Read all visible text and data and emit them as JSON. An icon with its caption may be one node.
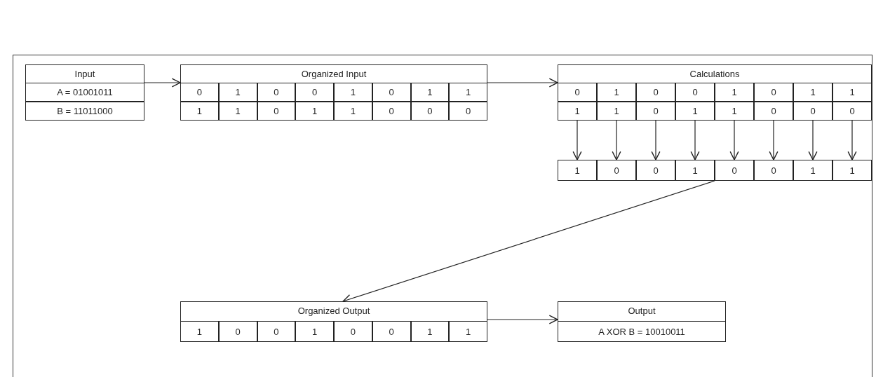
{
  "diagram": {
    "nodes": [
      {
        "text": [
          "Input"
        ]
      },
      {
        "text": [
          "A = 01001011"
        ],
        "in": 0
      },
      {
        "text": [
          "B = 11011000"
        ],
        "in": 0
      },
      {
        "text": [
          "Organized Input"
        ]
      },
      {
        "text": [
          "0"
        ],
        "in": 3
      },
      {
        "text": [
          "1"
        ],
        "in": 3
      },
      {
        "text": [
          "0"
        ],
        "in": 3
      },
      {
        "text": [
          "0"
        ],
        "in": 3
      },
      {
        "text": [
          "1"
        ],
        "in": 3
      },
      {
        "text": [
          "0"
        ],
        "in": 3
      },
      {
        "text": [
          "1"
        ],
        "in": 3
      },
      {
        "text": [
          "1"
        ],
        "in": 3
      },
      {
        "text": [
          "1"
        ],
        "in": 3
      },
      {
        "text": [
          "1"
        ],
        "in": 3
      },
      {
        "text": [
          "0"
        ],
        "in": 3
      },
      {
        "text": [
          "1"
        ],
        "in": 3
      },
      {
        "text": [
          "1"
        ],
        "in": 3
      },
      {
        "text": [
          "0"
        ],
        "in": 3
      },
      {
        "text": [
          "0"
        ],
        "in": 3
      },
      {
        "text": [
          "0"
        ],
        "in": 3
      },
      {
        "text": [
          "Calculations"
        ]
      },
      {
        "text": [
          "0"
        ],
        "in": 20
      },
      {
        "text": [
          "1"
        ],
        "in": 20
      },
      {
        "text": [
          "0"
        ],
        "in": 20
      },
      {
        "text": [
          "0"
        ],
        "in": 20
      },
      {
        "text": [
          "1"
        ],
        "in": 20
      },
      {
        "text": [
          "0"
        ],
        "in": 20
      },
      {
        "text": [
          "1"
        ],
        "in": 20
      },
      {
        "text": [
          "1"
        ],
        "in": 20
      },
      {
        "text": [
          "1"
        ],
        "in": 20
      },
      {
        "text": [
          "1"
        ],
        "in": 20
      },
      {
        "text": [
          "0"
        ],
        "in": 20
      },
      {
        "text": [
          "1"
        ],
        "in": 20
      },
      {
        "text": [
          "1"
        ],
        "in": 20
      },
      {
        "text": [
          "0"
        ],
        "in": 20
      },
      {
        "text": [
          "0"
        ],
        "in": 20
      },
      {
        "text": [
          "0"
        ],
        "in": 20
      },
      {
        "text": [
          "1"
        ]
      },
      {
        "text": [
          "0"
        ]
      },
      {
        "text": [
          "0"
        ]
      },
      {
        "text": [
          "1"
        ]
      },
      {
        "text": [
          "0"
        ]
      },
      {
        "text": [
          "0"
        ]
      },
      {
        "text": [
          "1"
        ]
      },
      {
        "text": [
          "1"
        ]
      },
      {
        "text": [
          "Organized Output"
        ]
      },
      {
        "text": [
          "1"
        ],
        "in": 45
      },
      {
        "text": [
          "0"
        ],
        "in": 45
      },
      {
        "text": [
          "0"
        ],
        "in": 45
      },
      {
        "text": [
          "1"
        ],
        "in": 45
      },
      {
        "text": [
          "0"
        ],
        "in": 45
      },
      {
        "text": [
          "0"
        ],
        "in": 45
      },
      {
        "text": [
          "1"
        ],
        "in": 45
      },
      {
        "text": [
          "1"
        ],
        "in": 45
      },
      {
        "text": [
          "Output"
        ]
      },
      {
        "text": [
          "A XOR B = 10010011"
        ],
        "in": 54
      }
    ],
    "edges": [
      {
        "from": 0,
        "to": 3,
        "arrow": "to"
      },
      {
        "from": 3,
        "to": 20,
        "arrow": "to"
      },
      {
        "from": 29,
        "to": 37,
        "arrow": "to"
      },
      {
        "from": 30,
        "to": 38,
        "arrow": "to"
      },
      {
        "from": 31,
        "to": 39,
        "arrow": "to"
      },
      {
        "from": 32,
        "to": 40,
        "arrow": "to"
      },
      {
        "from": 33,
        "to": 41,
        "arrow": "to"
      },
      {
        "from": 34,
        "to": 42,
        "arrow": "to"
      },
      {
        "from": 35,
        "to": 43,
        "arrow": "to"
      },
      {
        "from": 36,
        "to": 44,
        "arrow": "to"
      },
      {
        "from": 40,
        "to": 45,
        "arrow": "to"
      },
      {
        "from": 45,
        "to": 54,
        "arrow": "to"
      }
    ]
  }
}
